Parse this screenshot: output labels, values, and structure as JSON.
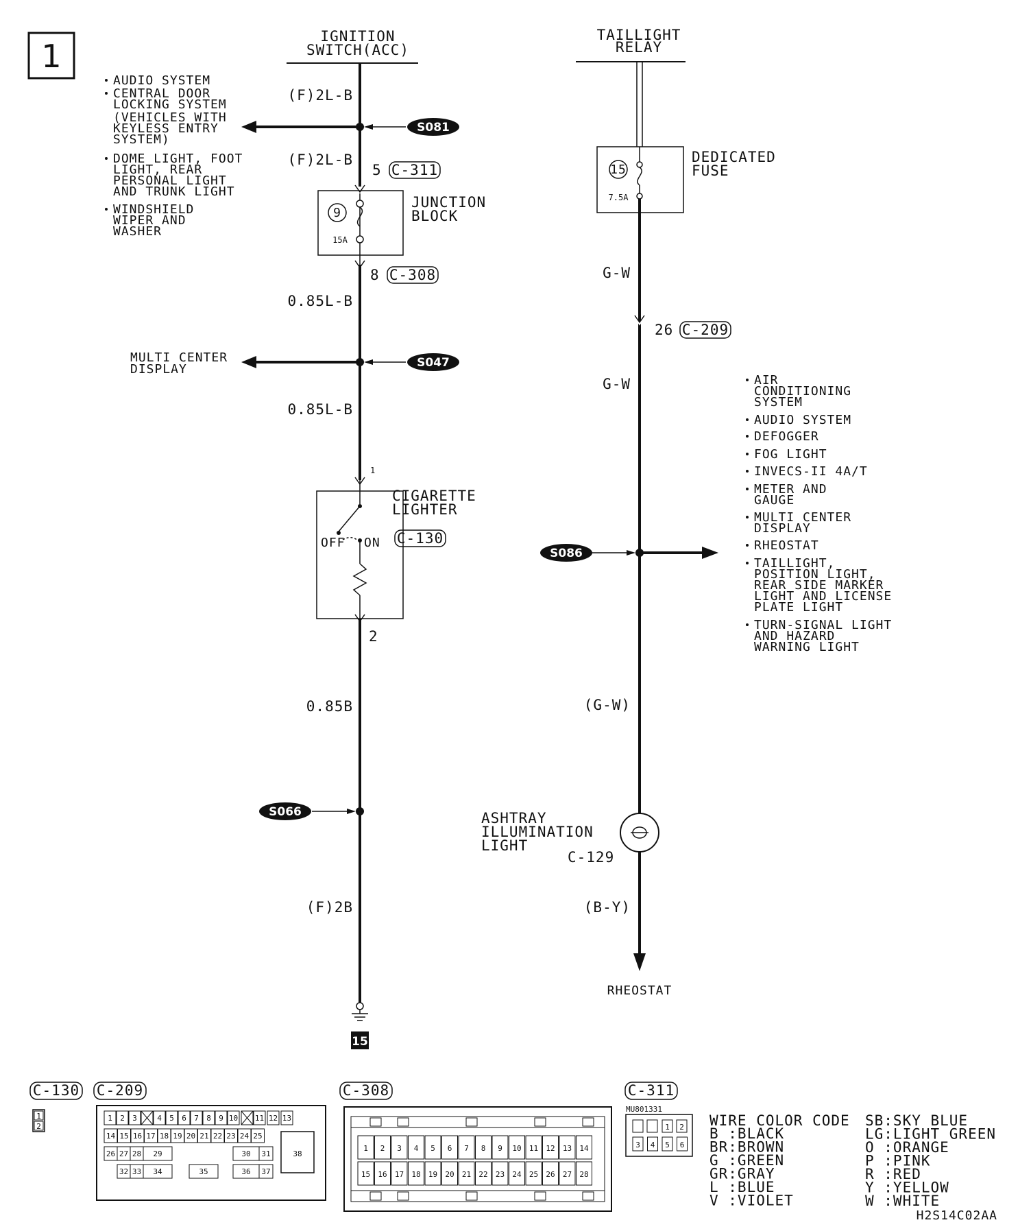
{
  "page_number": "1",
  "ignition": {
    "line1": "IGNITION",
    "line2": "SWITCH(ACC)"
  },
  "taillight": {
    "line1": "TAILLIGHT",
    "line2": "RELAY"
  },
  "left_branch_1": [
    "AUDIO SYSTEM",
    "CENTRAL DOOR",
    "LOCKING SYSTEM",
    "(VEHICLES WITH",
    "KEYLESS ENTRY",
    "SYSTEM)",
    "DOME LIGHT, FOOT",
    "LIGHT, REAR",
    "PERSONAL LIGHT",
    "AND TRUNK LIGHT",
    "WINDSHIELD",
    "WIPER AND",
    "WASHER"
  ],
  "wires_left": {
    "w1": "(F)2L-B",
    "w2": "(F)2L-B",
    "w3": "0.85L-B",
    "w4": "0.85L-B",
    "w5": "0.85B",
    "w6": "(F)2B"
  },
  "splices": {
    "s081": "S081",
    "s047": "S047",
    "s066": "S066",
    "s086": "S086"
  },
  "pins": {
    "p5": "5",
    "p8": "8",
    "p1": "1",
    "p2": "2",
    "p26": "26"
  },
  "connectors": {
    "c311": "C-311",
    "c308": "C-308",
    "c130": "C-130",
    "c209": "C-209",
    "c129": "C-129"
  },
  "junction": {
    "line1": "JUNCTION",
    "line2": "BLOCK",
    "fuse_no": "9",
    "amp": "15A"
  },
  "multi_center": {
    "line1": "MULTI CENTER",
    "line2": "DISPLAY"
  },
  "cigarette": {
    "line1": "CIGARETTE",
    "line2": "LIGHTER",
    "off": "OFF",
    "on": "ON"
  },
  "ground_no": "15",
  "dedicated_fuse": {
    "line1": "DEDICATED",
    "line2": "FUSE",
    "fuse_no": "15",
    "amp": "7.5A"
  },
  "wires_right": {
    "w1": "G-W",
    "w2": "G-W",
    "w3": "(G-W)",
    "w4": "(B-Y)"
  },
  "right_branch": [
    "AIR",
    "CONDITIONING",
    "SYSTEM",
    "AUDIO SYSTEM",
    "DEFOGGER",
    "FOG LIGHT",
    "INVECS-II 4A/T",
    "METER AND",
    "GAUGE",
    "MULTI CENTER",
    "DISPLAY",
    "RHEOSTAT",
    "TAILLIGHT,",
    "POSITION LIGHT,",
    "REAR SIDE MARKER",
    "LIGHT AND LICENSE",
    "PLATE LIGHT",
    "TURN-SIGNAL LIGHT",
    "AND HAZARD",
    "WARNING LIGHT"
  ],
  "ashtray": {
    "line1": "ASHTRAY",
    "line2": "ILLUMINATION",
    "line3": "LIGHT"
  },
  "rheostat": "RHEOSTAT",
  "part_no": "MU801331",
  "wire_color_title": "WIRE COLOR CODE",
  "wire_codes_left": [
    "B :BLACK",
    "BR:BROWN",
    "G :GREEN",
    "GR:GRAY",
    "L :BLUE",
    "V :VIOLET"
  ],
  "wire_codes_right": [
    "SB:SKY BLUE",
    "LG:LIGHT GREEN",
    "O :ORANGE",
    "P :PINK",
    "R :RED",
    "Y :YELLOW",
    "W :WHITE"
  ],
  "c130_pins": [
    "1",
    "2"
  ],
  "c209_pins": {
    "row1": [
      "1",
      "2",
      "3",
      "4",
      "5",
      "6",
      "7",
      "8",
      "9",
      "10",
      "11",
      "12",
      "13"
    ],
    "row2": [
      "14",
      "15",
      "16",
      "17",
      "18",
      "19",
      "20",
      "21",
      "22",
      "23",
      "24",
      "25"
    ],
    "row3": [
      "26",
      "27",
      "28",
      "29",
      "30",
      "31"
    ],
    "row4": [
      "32",
      "33",
      "34",
      "35",
      "36",
      "37"
    ],
    "big": "38"
  },
  "c308_pins": {
    "row1": [
      "1",
      "2",
      "3",
      "4",
      "5",
      "6",
      "7",
      "8",
      "9",
      "10",
      "11",
      "12",
      "13",
      "14"
    ],
    "row2": [
      "15",
      "16",
      "17",
      "18",
      "19",
      "20",
      "21",
      "22",
      "23",
      "24",
      "25",
      "26",
      "27",
      "28"
    ]
  },
  "c311_pins": {
    "row1": [
      "1",
      "2"
    ],
    "row2": [
      "3",
      "4",
      "5",
      "6"
    ]
  },
  "diagram_code": "H2S14C02AA"
}
